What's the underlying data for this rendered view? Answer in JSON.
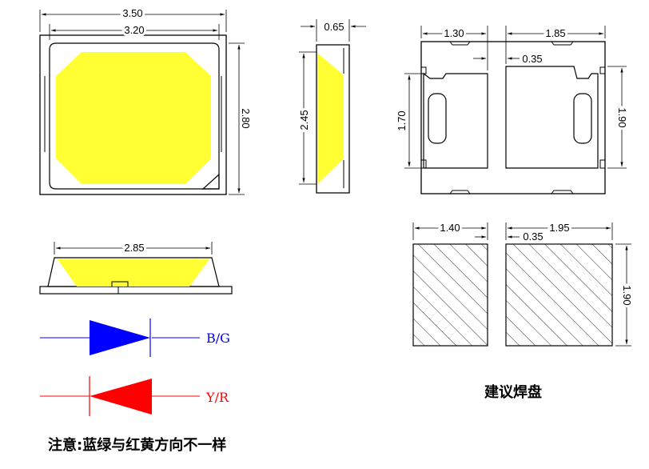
{
  "dimensions": {
    "top_width_outer": "3.50",
    "top_width_inner": "3.20",
    "top_height": "2.80",
    "side_depth": "0.65",
    "side_height": "2.45",
    "pad_left_width": "1.30",
    "pad_right_width": "1.85",
    "pad_gap": "0.35",
    "pad_left_height": "1.70",
    "pad_right_height": "1.90",
    "front_width": "2.85",
    "solder_left_width": "1.40",
    "solder_right_width": "1.95",
    "solder_gap": "0.35",
    "solder_height": "1.90"
  },
  "polarity": {
    "blue_label": "B/G",
    "red_label": "Y/R",
    "blue_color": "#0000ff",
    "red_color": "#ff0000"
  },
  "colors": {
    "lens": "#ffff33",
    "outline": "#000000"
  },
  "captions": {
    "solder_pad": "建议焊盘",
    "note": "注意:蓝绿与红黄方向不一样"
  }
}
